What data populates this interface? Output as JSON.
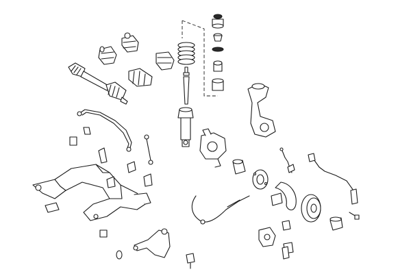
{
  "diagram": {
    "background": "#ffffff",
    "line_color": "#1a1a1a",
    "parts": [
      {
        "name": "drive-shaft",
        "icon": "drive-shaft-icon"
      },
      {
        "name": "cv-boot-set",
        "icon": "cv-boot-icon"
      },
      {
        "name": "coil-spring",
        "icon": "coil-spring-icon"
      },
      {
        "name": "shock-absorber",
        "icon": "shock-absorber-icon"
      },
      {
        "name": "strut-mount-stack",
        "icon": "strut-mount-icon"
      },
      {
        "name": "steering-knuckle",
        "icon": "steering-knuckle-icon"
      },
      {
        "name": "stabilizer-bar",
        "icon": "stabilizer-bar-icon"
      },
      {
        "name": "subframe",
        "icon": "subframe-icon"
      },
      {
        "name": "brake-cable",
        "icon": "brake-cable-icon"
      },
      {
        "name": "brake-shield",
        "icon": "brake-shield-icon"
      },
      {
        "name": "brake-disc",
        "icon": "brake-disc-icon"
      },
      {
        "name": "wear-sensor",
        "icon": "wear-sensor-icon"
      },
      {
        "name": "control-arm",
        "icon": "control-arm-icon"
      },
      {
        "name": "caliper",
        "icon": "caliper-icon"
      },
      {
        "name": "bushings",
        "icon": "bushing-icon"
      }
    ]
  }
}
